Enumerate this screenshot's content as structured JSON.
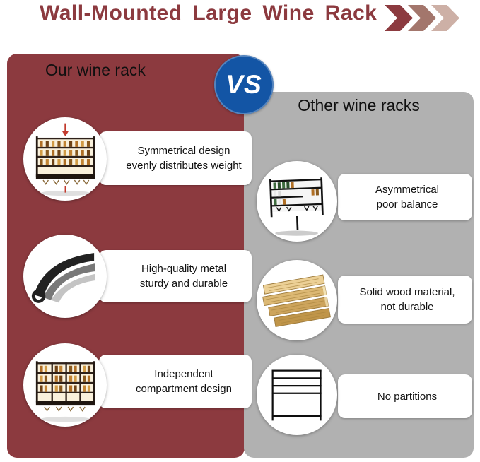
{
  "header": {
    "title": "Wall-Mounted Large Wine Rack",
    "decoration": "triple-chevron-right-icon"
  },
  "vs_badge": {
    "label": "VS"
  },
  "left_panel": {
    "heading": "Our wine rack",
    "items": [
      {
        "label": "Symmetrical design\nevenly distributes weight",
        "icon": "symmetric-wine-rack-icon"
      },
      {
        "label": "High-quality metal\nsturdy and durable",
        "icon": "metal-sheets-icon"
      },
      {
        "label": "Independent\ncompartment design",
        "icon": "compartment-wine-rack-icon"
      }
    ]
  },
  "right_panel": {
    "heading": "Other wine racks",
    "items": [
      {
        "label": "Asymmetrical\npoor balance",
        "icon": "asymmetric-wine-rack-icon"
      },
      {
        "label": "Solid wood material,\nnot durable",
        "icon": "wood-planks-icon"
      },
      {
        "label": "No partitions",
        "icon": "empty-rack-icon"
      }
    ]
  },
  "colors": {
    "title": "#8c3a3f",
    "left_bg": "#8c3a3f",
    "right_bg": "#b1b1b1",
    "vs_bg": "#1355a5",
    "chevron1": "#8c3a3f",
    "chevron2": "#a3766c",
    "chevron3": "#cdb0a6"
  }
}
